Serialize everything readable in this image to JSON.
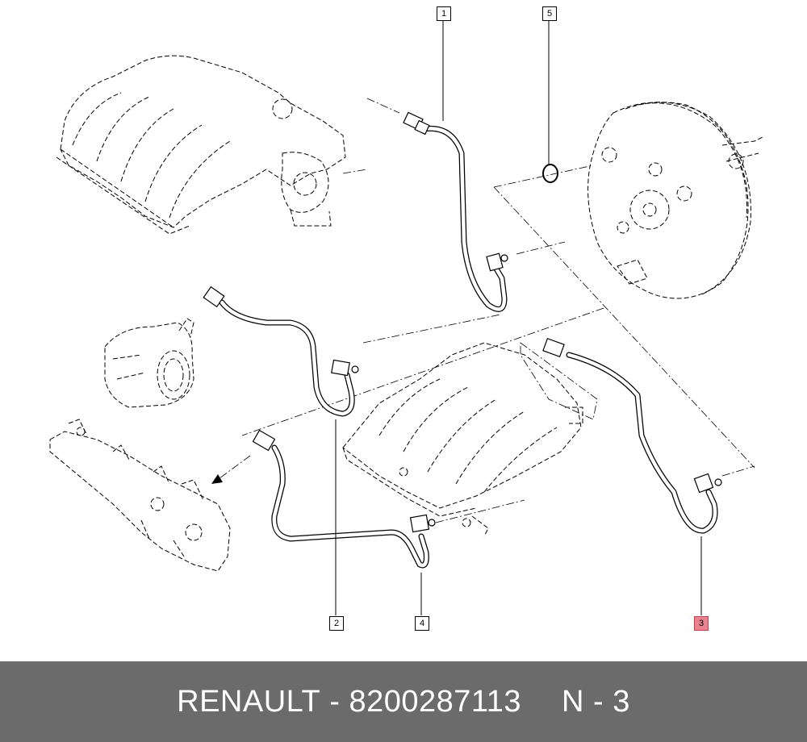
{
  "callouts": {
    "c1": "1",
    "c2": "2",
    "c3": "3",
    "c4": "4",
    "c5": "5"
  },
  "footer": {
    "brand": "RENAULT",
    "separator": "-",
    "part_number": "8200287113",
    "ref": "N - 3"
  },
  "colors": {
    "highlight": "#e8838f",
    "footer_bg": "#6b6b6b",
    "footer_text": "#ffffff"
  }
}
